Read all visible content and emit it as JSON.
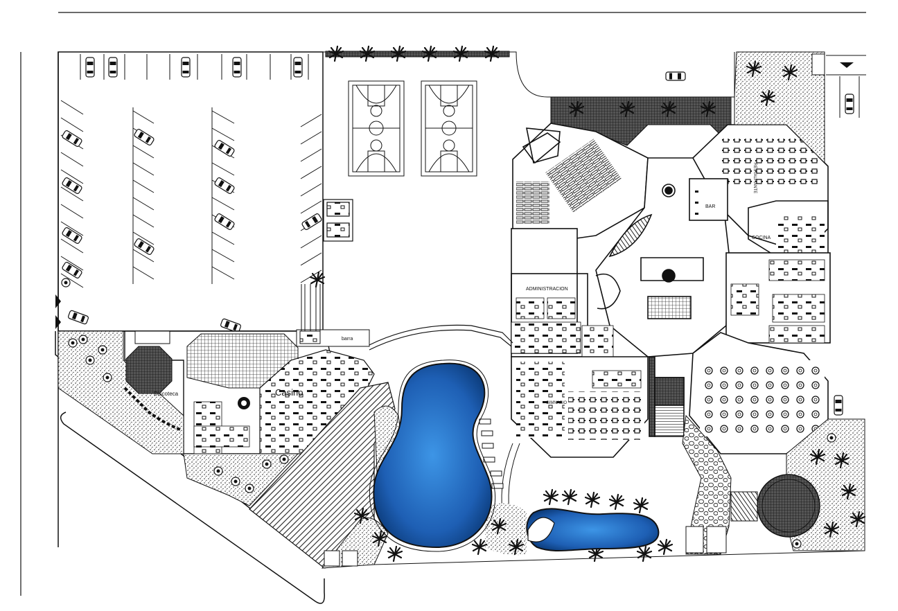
{
  "labels": {
    "discoteca": "Discoteca",
    "casino": "Casino",
    "barra": "barra",
    "administracion": "ADMINISTRACION",
    "gimnasio": "GIMNASIO",
    "bar": "BAR",
    "cocina": "COCINA",
    "restaurante": "RESTAURANTE"
  },
  "colors": {
    "pool_center": "#3a8fe0",
    "pool_edge": "#0b3a78",
    "line": "#111111",
    "hatch": "#2a2a2a"
  }
}
